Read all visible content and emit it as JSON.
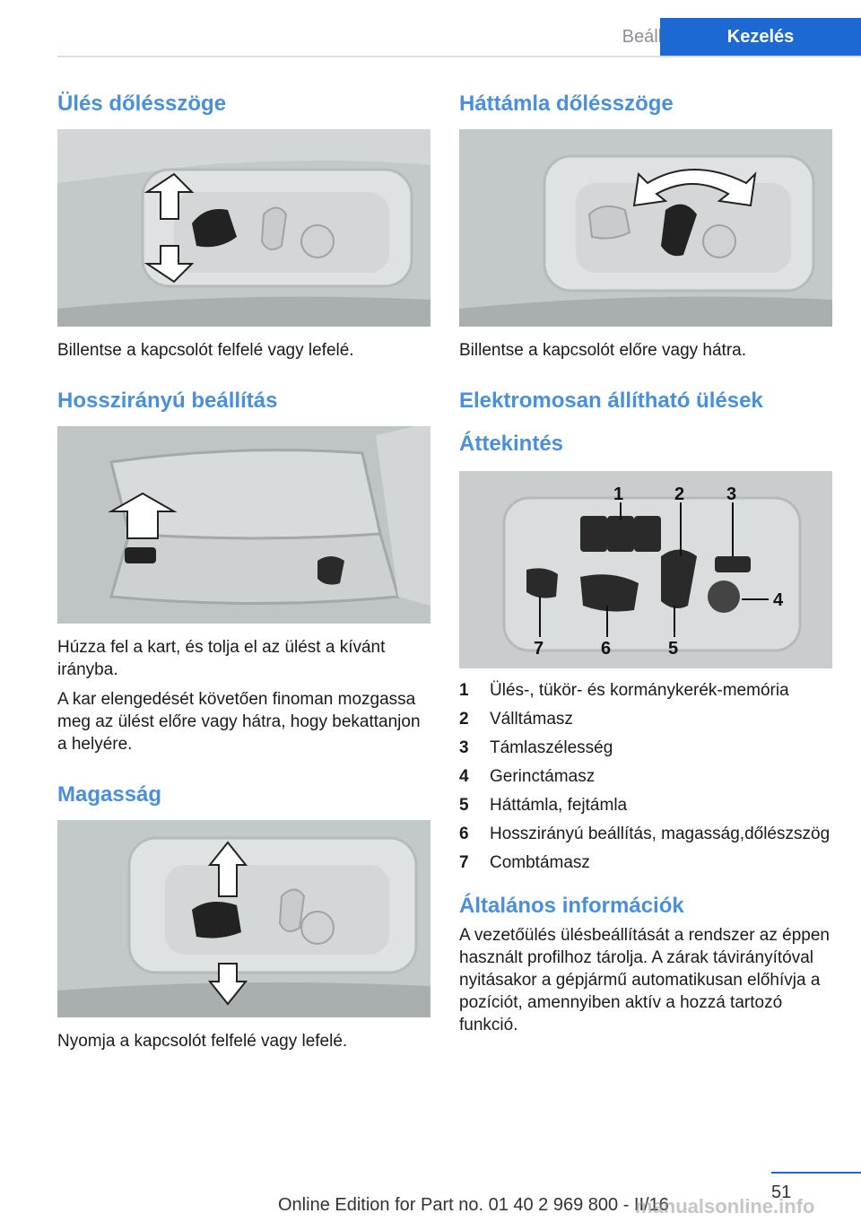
{
  "header": {
    "tab_inactive": "Beállítás",
    "tab_active": "Kezelés"
  },
  "left": {
    "s1_title": "Ülés dőlésszöge",
    "s1_caption": "Billentse a kapcsolót felfelé vagy lefelé.",
    "s2_title": "Hosszirányú beállítás",
    "s2_p1": "Húzza fel a kart, és tolja el az ülést a kívánt irányba.",
    "s2_p2": "A kar elengedését követően finoman moz­gassa meg az ülést előre vagy hátra, hogy be­kattanjon a helyére.",
    "s3_title": "Magasság",
    "s3_caption": "Nyomja a kapcsolót felfelé vagy lefelé."
  },
  "right": {
    "s1_title": "Háttámla dőlésszöge",
    "s1_caption": "Billentse a kapcsolót előre vagy hátra.",
    "s2_title": "Elektromosan állítható ülések",
    "s2_sub": "Áttekintés",
    "diagram_labels": [
      "1",
      "2",
      "3",
      "4",
      "5",
      "6",
      "7"
    ],
    "legend": [
      {
        "num": "1",
        "text": "Ülés-, tükör- és kormánykerék-memória"
      },
      {
        "num": "2",
        "text": "Válltámasz"
      },
      {
        "num": "3",
        "text": "Támlaszélesség"
      },
      {
        "num": "4",
        "text": "Gerinctámasz"
      },
      {
        "num": "5",
        "text": "Háttámla, fejtámla"
      },
      {
        "num": "6",
        "text": "Hosszirányú beállítás, magasság,dőlész­szög"
      },
      {
        "num": "7",
        "text": "Combtámasz"
      }
    ],
    "s3_title": "Általános információk",
    "s3_text": "A vezetőülés ülésbeállítását a rendszer az ép­pen használt profilhoz tárolja. A zárak távirányí­tóval nyitásakor a gépjármű automatikusan előhívja a pozíciót, amennyiben aktív a hozzá tartozó funkció."
  },
  "footer": {
    "page_number": "51",
    "edition": "Online Edition for Part no. 01 40 2 969 800 - II/16",
    "watermark": "manualsonline.info"
  }
}
